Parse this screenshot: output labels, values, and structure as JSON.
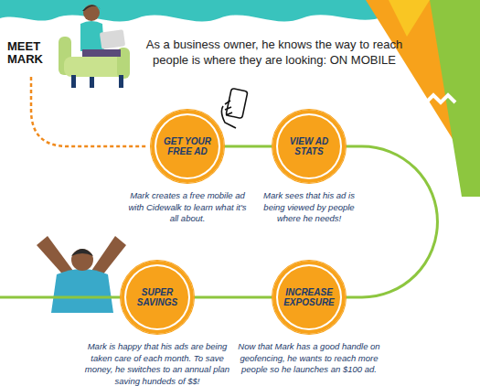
{
  "diagram": {
    "title": "MEET MARK",
    "nodes": [
      {
        "text": [
          "GET YOUR FREE AD",
          "Mark creates a free mobile ad with Cidewalk to learn what it's all about."
        ]
      },
      {
        "text": [
          "VIEW AD STATS",
          "Mark sees that his ad is being viewed by people where he needs!"
        ]
      },
      {
        "text": [
          "INCREASE EXPOSURE",
          "Now that Mark has a good handle on geofencing, he wants to reach more people so he launches an $100 ad."
        ]
      },
      {
        "text": [
          "SUPER SAVINGS",
          "Mark is happy that his ads are being taken care of each month. To save money, he switches to an annual plan saving hundeds of $$!"
        ]
      }
    ],
    "edges": [
      {
        "from": 0,
        "to": 1,
        "arrow": "none"
      },
      {
        "from": 1,
        "to": 2,
        "arrow": "none"
      },
      {
        "from": 2,
        "to": 3,
        "arrow": "none"
      }
    ],
    "labels": [
      "As a business owner, he knows the way to reach people is where they are looking: ON MOBILE"
    ]
  }
}
